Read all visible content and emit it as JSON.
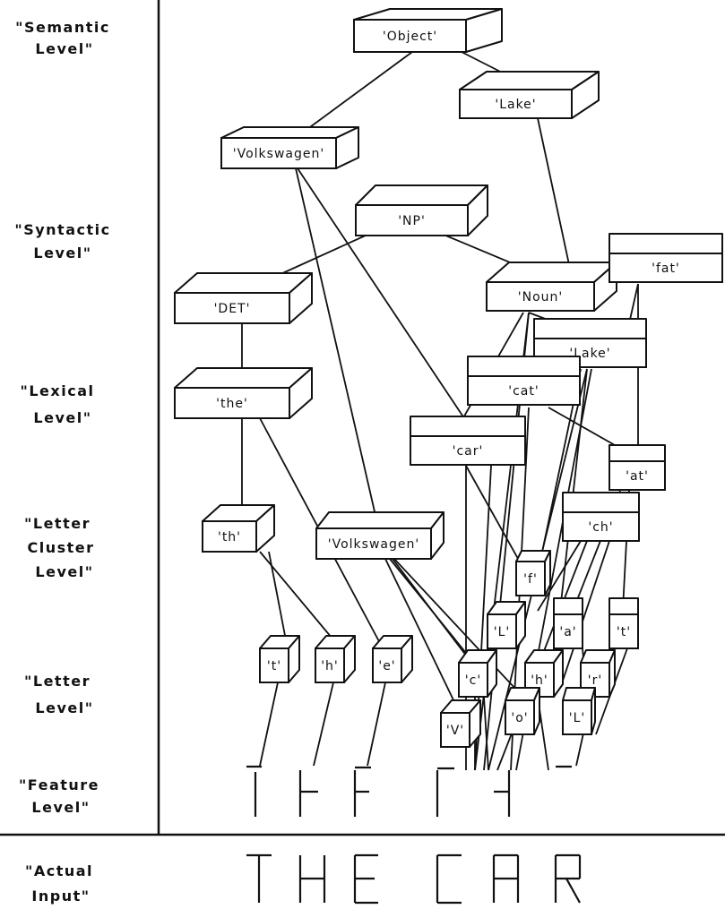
{
  "levels": [
    {
      "id": "semantic",
      "lines": [
        "\"Semantic",
        "Level\""
      ]
    },
    {
      "id": "syntactic",
      "lines": [
        "\"Syntactic",
        "Level\""
      ]
    },
    {
      "id": "lexical",
      "lines": [
        "\"Lexical",
        "Level\""
      ]
    },
    {
      "id": "letter-cluster",
      "lines": [
        "\"Letter",
        "Cluster",
        "Level\""
      ]
    },
    {
      "id": "letter",
      "lines": [
        "\"Letter",
        "Level\""
      ]
    },
    {
      "id": "feature",
      "lines": [
        "\"Feature",
        "Level\""
      ]
    },
    {
      "id": "actual-input",
      "lines": [
        "\"Actual",
        "Input\""
      ]
    }
  ],
  "nodes": [
    {
      "id": "object",
      "label": "'Object'",
      "level": "semantic"
    },
    {
      "id": "lake-sem",
      "label": "'Lake'",
      "level": "semantic"
    },
    {
      "id": "volkswagen-sem",
      "label": "'Volkswagen'",
      "level": "semantic"
    },
    {
      "id": "np",
      "label": "'NP'",
      "level": "syntactic"
    },
    {
      "id": "det",
      "label": "'DET'",
      "level": "syntactic"
    },
    {
      "id": "noun",
      "label": "'Noun'",
      "level": "syntactic"
    },
    {
      "id": "fat",
      "label": "'fat'",
      "level": "lexical"
    },
    {
      "id": "lake-lex",
      "label": "'Lake'",
      "level": "lexical"
    },
    {
      "id": "the",
      "label": "'the'",
      "level": "lexical"
    },
    {
      "id": "cat",
      "label": "'cat'",
      "level": "lexical"
    },
    {
      "id": "car",
      "label": "'car'",
      "level": "lexical"
    },
    {
      "id": "at",
      "label": "'at'",
      "level": "letter-cluster"
    },
    {
      "id": "th",
      "label": "'th'",
      "level": "letter-cluster"
    },
    {
      "id": "volkswagen-lc",
      "label": "'Volkswagen'",
      "level": "letter-cluster"
    },
    {
      "id": "ch",
      "label": "'ch'",
      "level": "letter-cluster"
    },
    {
      "id": "f",
      "label": "'f'",
      "level": "letter"
    },
    {
      "id": "L1",
      "label": "'L'",
      "level": "letter"
    },
    {
      "id": "a",
      "label": "'a'",
      "level": "letter"
    },
    {
      "id": "t2",
      "label": "'t'",
      "level": "letter"
    },
    {
      "id": "t",
      "label": "'t'",
      "level": "letter"
    },
    {
      "id": "h",
      "label": "'h'",
      "level": "letter"
    },
    {
      "id": "e",
      "label": "'e'",
      "level": "letter"
    },
    {
      "id": "c",
      "label": "'c'",
      "level": "letter"
    },
    {
      "id": "h2",
      "label": "'h'",
      "level": "letter"
    },
    {
      "id": "r",
      "label": "'r'",
      "level": "letter"
    },
    {
      "id": "v",
      "label": "'V'",
      "level": "letter"
    },
    {
      "id": "o",
      "label": "'o'",
      "level": "letter"
    },
    {
      "id": "L2",
      "label": "'L'",
      "level": "letter"
    }
  ],
  "input_text": "THE CAR"
}
